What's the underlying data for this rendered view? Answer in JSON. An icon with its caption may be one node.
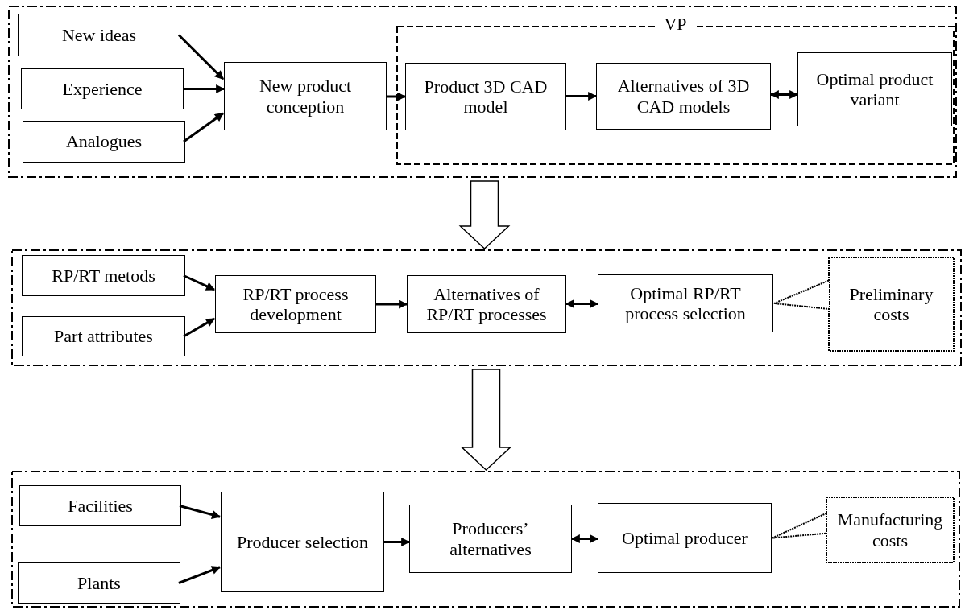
{
  "diagram": {
    "nodes": [
      {
        "text": [],
        "shape": "box"
      },
      {
        "text": [
          "New ideas"
        ],
        "in": 0
      },
      {
        "text": [
          "Experience"
        ],
        "in": 0
      },
      {
        "text": [
          "Analogues"
        ],
        "in": 0
      },
      {
        "text": [
          "New product conception"
        ],
        "in": 0
      },
      {
        "text": [
          "VP"
        ],
        "in": 0
      },
      {
        "text": [
          "Product 3D CAD model"
        ],
        "in": 5
      },
      {
        "text": [
          "Alternatives of 3D CAD models"
        ],
        "in": 5
      },
      {
        "text": [
          "Optimal product variant"
        ],
        "in": 5
      },
      {
        "text": [],
        "shape": "box"
      },
      {
        "text": [
          "RP/RT metods"
        ],
        "in": 9
      },
      {
        "text": [
          "Part attributes"
        ],
        "in": 9
      },
      {
        "text": [
          "RP/RT process development"
        ],
        "in": 9
      },
      {
        "text": [
          "Alternatives of RP/RT processes"
        ],
        "in": 9
      },
      {
        "text": [
          "Optimal RP/RT process selection"
        ],
        "in": 9
      },
      {
        "text": [
          "Preliminary costs"
        ],
        "in": 9
      },
      {
        "text": [],
        "shape": "box"
      },
      {
        "text": [
          "Facilities"
        ],
        "in": 16
      },
      {
        "text": [
          "Plants"
        ],
        "in": 16
      },
      {
        "text": [
          "Producer selection"
        ],
        "in": 16
      },
      {
        "text": [
          "Producers’ alternatives"
        ],
        "in": 16
      },
      {
        "text": [
          "Optimal producer"
        ],
        "in": 16
      },
      {
        "text": [
          "Manufacturing costs"
        ],
        "in": 16
      }
    ],
    "edges": [
      {
        "from": 1,
        "to": 4,
        "arrow": "to"
      },
      {
        "from": 2,
        "to": 4,
        "arrow": "to"
      },
      {
        "from": 3,
        "to": 4,
        "arrow": "to"
      },
      {
        "from": 4,
        "to": 6,
        "arrow": "to"
      },
      {
        "from": 6,
        "to": 7,
        "arrow": "to"
      },
      {
        "from": 7,
        "to": 8,
        "arrow": "both"
      },
      {
        "from": 0,
        "to": 9,
        "arrow": "to",
        "style": "thick"
      },
      {
        "from": 10,
        "to": 12,
        "arrow": "to"
      },
      {
        "from": 11,
        "to": 12,
        "arrow": "to"
      },
      {
        "from": 12,
        "to": 13,
        "arrow": "to"
      },
      {
        "from": 13,
        "to": 14,
        "arrow": "both"
      },
      {
        "from": 15,
        "to": 14,
        "arrow": "none",
        "style": "dashed"
      },
      {
        "from": 9,
        "to": 16,
        "arrow": "to",
        "style": "thick"
      },
      {
        "from": 17,
        "to": 19,
        "arrow": "to"
      },
      {
        "from": 18,
        "to": 19,
        "arrow": "to"
      },
      {
        "from": 19,
        "to": 20,
        "arrow": "to"
      },
      {
        "from": 20,
        "to": 21,
        "arrow": "both"
      },
      {
        "from": 22,
        "to": 21,
        "arrow": "none",
        "style": "dashed"
      }
    ]
  }
}
